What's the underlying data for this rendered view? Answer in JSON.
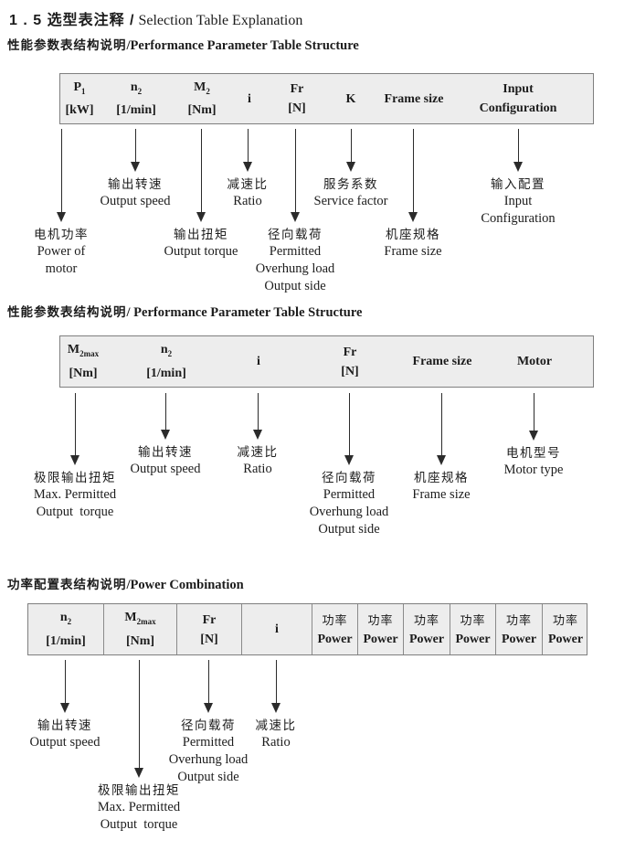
{
  "title": {
    "zh": "1 . 5 选型表注释 /",
    "en": " Selection Table Explanation"
  },
  "sections": [
    {
      "heading": {
        "zh": "性能参数表结构说明",
        "en": "/Performance Parameter Table Structure"
      },
      "table": {
        "cells": [
          {
            "top": "P",
            "sub": "1",
            "bottom": "[kW]"
          },
          {
            "top": "n",
            "sub": "2",
            "bottom": "[1/min]"
          },
          {
            "top": "M",
            "sub": "2",
            "bottom": "[Nm]"
          },
          {
            "top": "i"
          },
          {
            "top": "Fr",
            "bottom": "[N]"
          },
          {
            "top": "K"
          },
          {
            "top": "Frame size"
          },
          {
            "top": "Input",
            "bottom": "Configuration"
          }
        ]
      },
      "callouts": [
        {
          "zh": "电机功率",
          "en": [
            "Power of",
            "motor"
          ]
        },
        {
          "zh": "输出转速",
          "en": [
            "Output speed"
          ]
        },
        {
          "zh": "输出扭矩",
          "en": [
            "Output torque"
          ]
        },
        {
          "zh": "减速比",
          "en": [
            "Ratio"
          ]
        },
        {
          "zh": "径向载荷",
          "en": [
            "Permitted",
            "Overhung load",
            "Output side"
          ]
        },
        {
          "zh": "服务系数",
          "en": [
            "Service factor"
          ]
        },
        {
          "zh": "机座规格",
          "en": [
            "Frame size"
          ]
        },
        {
          "zh": "输入配置",
          "en": [
            "Input",
            "Configuration"
          ]
        }
      ]
    },
    {
      "heading": {
        "zh": "性能参数表结构说明",
        "en": "/ Performance Parameter Table Structure"
      },
      "table": {
        "cells": [
          {
            "top": "M",
            "sub": "2max",
            "bottom": "[Nm]"
          },
          {
            "top": "n",
            "sub": "2",
            "bottom": "[1/min]"
          },
          {
            "top": "i"
          },
          {
            "top": "Fr",
            "bottom": "[N]"
          },
          {
            "top": "Frame size"
          },
          {
            "top": "Motor"
          }
        ]
      },
      "callouts": [
        {
          "zh": "极限输出扭矩",
          "en": [
            "Max. Permitted",
            "Output  torque"
          ]
        },
        {
          "zh": "输出转速",
          "en": [
            "Output speed"
          ]
        },
        {
          "zh": "减速比",
          "en": [
            "Ratio"
          ]
        },
        {
          "zh": "径向载荷",
          "en": [
            "Permitted",
            "Overhung load",
            "Output side"
          ]
        },
        {
          "zh": "机座规格",
          "en": [
            "Frame size"
          ]
        },
        {
          "zh": "电机型号",
          "en": [
            "Motor type"
          ]
        }
      ]
    },
    {
      "heading": {
        "zh": "功率配置表结构说明",
        "en": "/Power Combination"
      },
      "table": {
        "cells": [
          {
            "top": "n",
            "sub": "2",
            "bottom": "[1/min]"
          },
          {
            "top": "M",
            "sub": "2max",
            "bottom": "[Nm]"
          },
          {
            "top": "Fr",
            "bottom": "[N]"
          },
          {
            "top": "i"
          },
          {
            "top": "功率",
            "bottom": "Power"
          },
          {
            "top": "功率",
            "bottom": "Power"
          },
          {
            "top": "功率",
            "bottom": "Power"
          },
          {
            "top": "功率",
            "bottom": "Power"
          },
          {
            "top": "功率",
            "bottom": "Power"
          },
          {
            "top": "功率",
            "bottom": "Power"
          }
        ]
      },
      "callouts": [
        {
          "zh": "输出转速",
          "en": [
            "Output speed"
          ]
        },
        {
          "zh": "极限输出扭矩",
          "en": [
            "Max. Permitted",
            "Output  torque"
          ]
        },
        {
          "zh": "径向载荷",
          "en": [
            "Permitted",
            "Overhung load",
            "Output side"
          ]
        },
        {
          "zh": "减速比",
          "en": [
            "Ratio"
          ]
        }
      ]
    }
  ]
}
